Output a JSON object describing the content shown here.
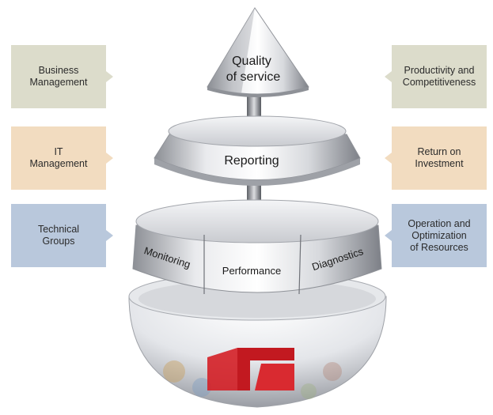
{
  "colors": {
    "business": "#dcdccb",
    "it": "#f2dcc0",
    "technical": "#b9c8dc"
  },
  "left_boxes": [
    {
      "label": "Business\nManagement"
    },
    {
      "label": "IT\nManagement"
    },
    {
      "label": "Technical\nGroups"
    }
  ],
  "right_boxes": [
    {
      "label": "Productivity and\nCompetitiveness"
    },
    {
      "label": "Return on\nInvestment"
    },
    {
      "label": "Operation and\nOptimization\nof Resources"
    }
  ],
  "pyramid": {
    "top_line1": "Quality",
    "top_line2": "of service",
    "middle": "Reporting",
    "base_segments": [
      "Monitoring",
      "Performance",
      "Diagnostics"
    ],
    "logo_text": "S"
  }
}
